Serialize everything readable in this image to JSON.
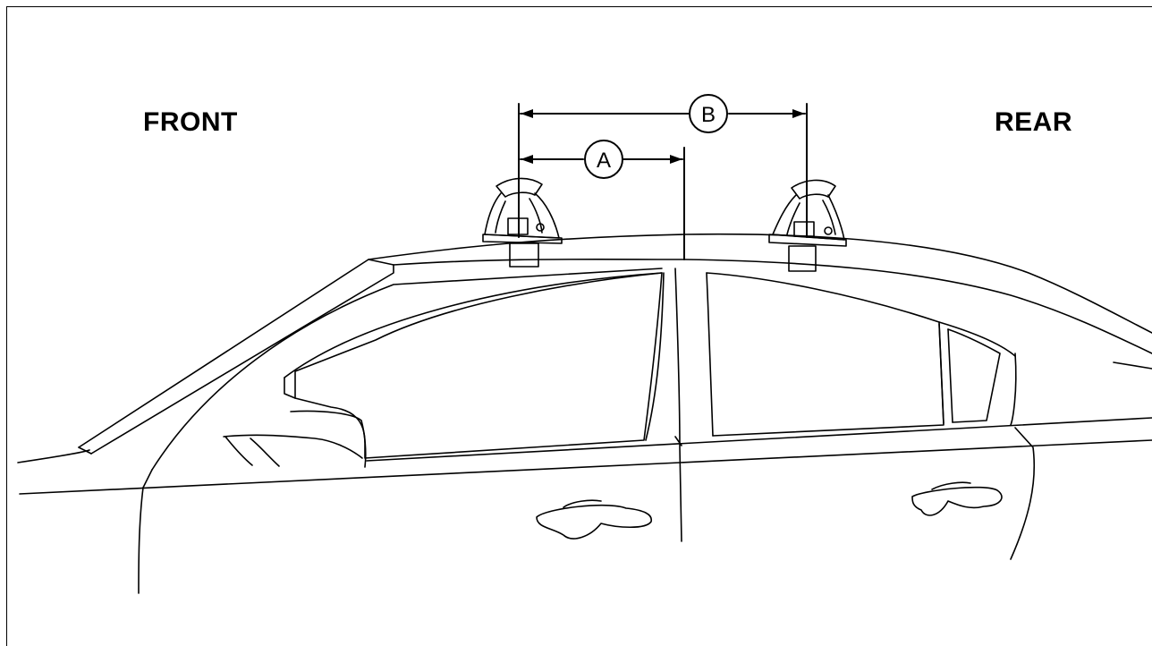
{
  "labels": {
    "front": "FRONT",
    "rear": "REAR"
  },
  "dimensions": [
    {
      "id": "A",
      "marker": "A"
    },
    {
      "id": "B",
      "marker": "B"
    }
  ],
  "colors": {
    "line": "#000000",
    "background": "#ffffff"
  }
}
